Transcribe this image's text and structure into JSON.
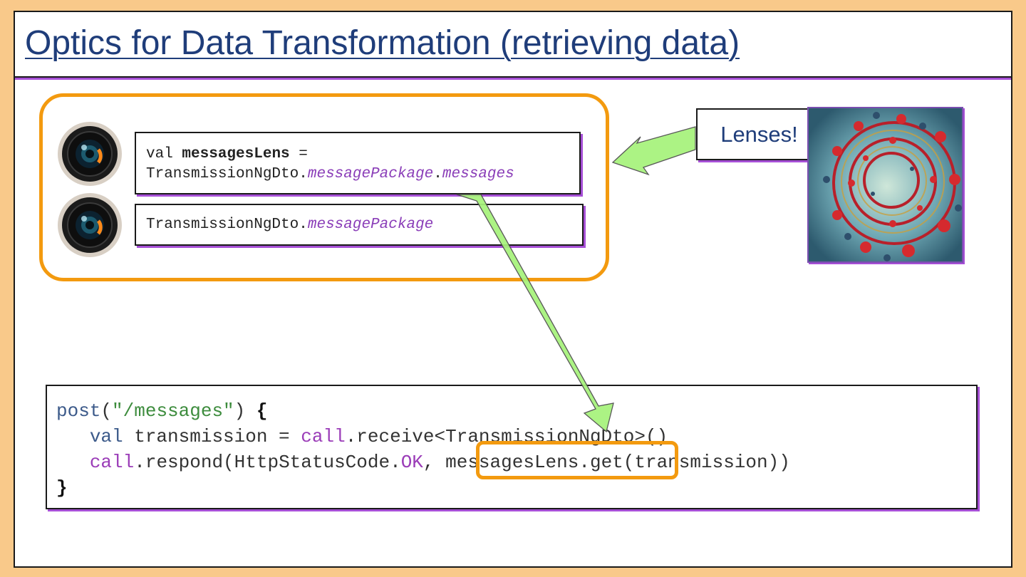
{
  "slide": {
    "title": "Optics for Data Transformation (retrieving data)"
  },
  "lens_snippets": [
    {
      "icon": "camera-lens-icon",
      "line1_prefix": "val ",
      "line1_name": "messagesLens",
      "line1_suffix": " =",
      "line2_class": "TransmissionNgDto",
      "line2_dot1": ".",
      "line2_prop1": "messagePackage",
      "line2_dot2": ".",
      "line2_prop2": "messages"
    },
    {
      "icon": "camera-lens-icon",
      "line1_class": "TransmissionNgDto",
      "line1_dot": ".",
      "line1_prop": "messagePackage"
    }
  ],
  "callout": {
    "label": "Lenses!",
    "image": "molecular-nanotube-image"
  },
  "route_code": {
    "l1_post": "post",
    "l1_open": "(",
    "l1_str": "\"/messages\"",
    "l1_close": ") ",
    "l1_brace": "{",
    "l2_indent": "   ",
    "l2_val": "val",
    "l2_rest1": " transmission = ",
    "l2_call": "call",
    "l2_rest2": ".receive<TransmissionNgDto>()",
    "l3_indent": "   ",
    "l3_call": "call",
    "l3_rest1": ".respond(HttpStatusCode.",
    "l3_ok": "OK",
    "l3_rest2": ", messagesLens.get(transmission))",
    "l4_brace": "}"
  },
  "colors": {
    "background": "#f9c98a",
    "title": "#1f3d7a",
    "accent_orange": "#f39a0f",
    "shadow_purple": "#a64fd6",
    "arrow_green": "#a6f27a"
  }
}
